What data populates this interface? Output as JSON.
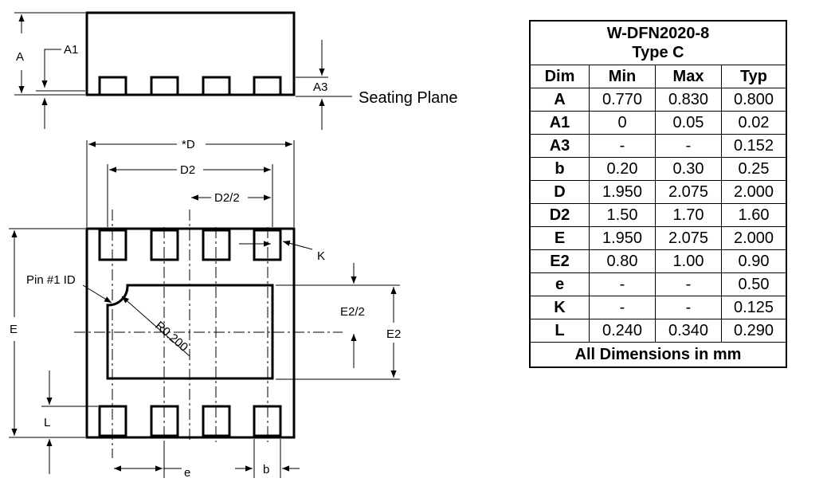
{
  "labels": {
    "A": "A",
    "A1": "A1",
    "A3": "A3",
    "seating_plane": "Seating Plane",
    "D_star": "*D",
    "D2": "D2",
    "D2_half": "D2/2",
    "K": "K",
    "pin1": "Pin #1 ID",
    "radius": "R0.200",
    "E": "E",
    "E2_half": "E2/2",
    "E2": "E2",
    "L": "L",
    "e": "e",
    "b": "b"
  },
  "table": {
    "title_line1": "W-DFN2020-8",
    "title_line2": "Type C",
    "headers": [
      "Dim",
      "Min",
      "Max",
      "Typ"
    ],
    "rows": [
      [
        "A",
        "0.770",
        "0.830",
        "0.800"
      ],
      [
        "A1",
        "0",
        "0.05",
        "0.02"
      ],
      [
        "A3",
        "-",
        "-",
        "0.152"
      ],
      [
        "b",
        "0.20",
        "0.30",
        "0.25"
      ],
      [
        "D",
        "1.950",
        "2.075",
        "2.000"
      ],
      [
        "D2",
        "1.50",
        "1.70",
        "1.60"
      ],
      [
        "E",
        "1.950",
        "2.075",
        "2.000"
      ],
      [
        "E2",
        "0.80",
        "1.00",
        "0.90"
      ],
      [
        "e",
        "-",
        "-",
        "0.50"
      ],
      [
        "K",
        "-",
        "-",
        "0.125"
      ],
      [
        "L",
        "0.240",
        "0.340",
        "0.290"
      ]
    ],
    "footer": "All Dimensions in mm"
  }
}
